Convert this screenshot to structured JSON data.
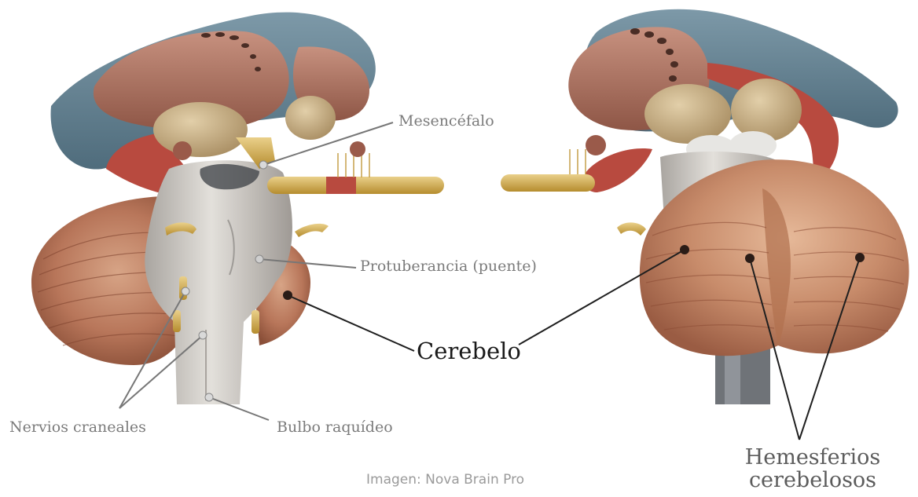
{
  "labels": {
    "mesencefalo": "Mesencéfalo",
    "protuberancia": "Protuberancia (puente)",
    "cerebelo": "Cerebelo",
    "nervios": "Nervios craneales",
    "bulbo": "Bulbo raquídeo",
    "hemisferios_line1": "Hemesferios",
    "hemisferios_line2": "cerebelosos"
  },
  "credit": "Imagen: Nova Brain Pro",
  "colors": {
    "cerebellum": "#b8765a",
    "thalamus_pink": "#b47b6a",
    "blue_gray": "#6a8797",
    "brainstem": "#cfcac4",
    "cord": "#d6ad4e",
    "red_tract": "#b84a3f",
    "tan": "#cdb58c"
  }
}
